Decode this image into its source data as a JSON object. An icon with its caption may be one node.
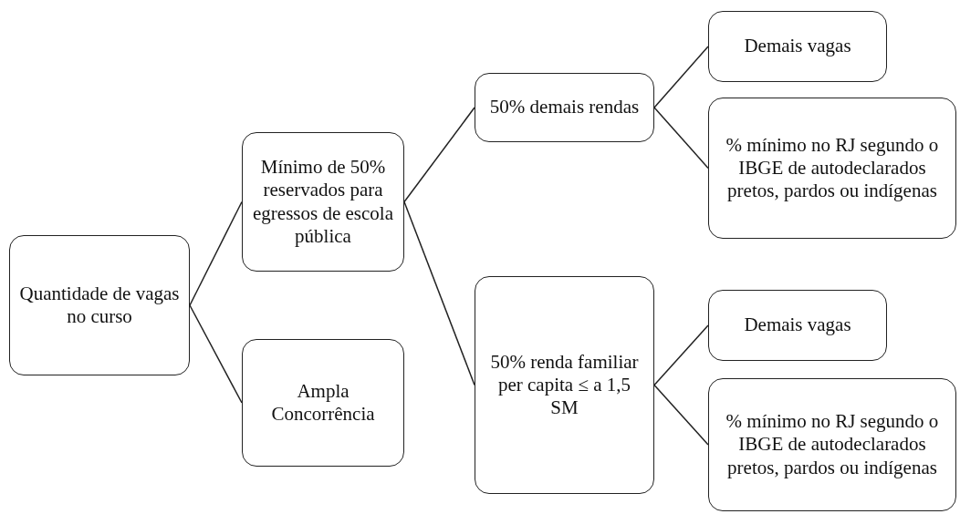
{
  "diagram": {
    "nodes": [
      {
        "text": [
          "Quantidade de vagas no curso"
        ]
      },
      {
        "text": [
          "Mínimo de 50% reservados para egressos de escola pública"
        ]
      },
      {
        "text": [
          "Ampla Concorrência"
        ]
      },
      {
        "text": [
          "50% demais rendas"
        ]
      },
      {
        "text": [
          "50% renda familiar per capita ≤ a 1,5 SM"
        ]
      },
      {
        "text": [
          "Demais vagas"
        ]
      },
      {
        "text": [
          "% mínimo no RJ segundo o IBGE de autodeclarados pretos, pardos ou indígenas"
        ]
      },
      {
        "text": [
          "Demais vagas"
        ]
      },
      {
        "text": [
          "% mínimo no RJ segundo o IBGE de autodeclarados pretos, pardos ou indígenas"
        ]
      }
    ],
    "edges": [
      {
        "from": 0,
        "to": 1,
        "arrow": "none"
      },
      {
        "from": 0,
        "to": 2,
        "arrow": "none"
      },
      {
        "from": 1,
        "to": 3,
        "arrow": "none"
      },
      {
        "from": 1,
        "to": 4,
        "arrow": "none"
      },
      {
        "from": 3,
        "to": 5,
        "arrow": "none"
      },
      {
        "from": 3,
        "to": 6,
        "arrow": "none"
      },
      {
        "from": 4,
        "to": 7,
        "arrow": "none"
      },
      {
        "from": 4,
        "to": 8,
        "arrow": "none"
      }
    ]
  }
}
